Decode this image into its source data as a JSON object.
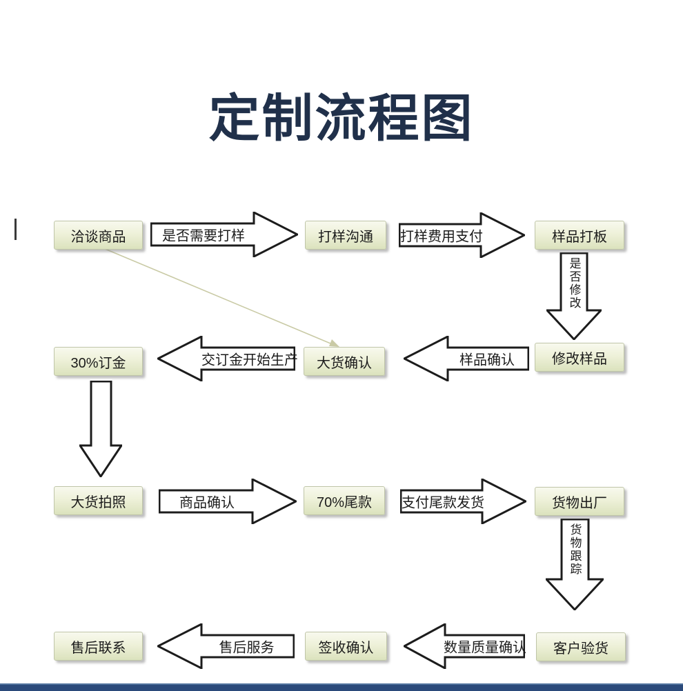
{
  "page": {
    "title": "定制流程图",
    "background": "#ffffff",
    "title_color": "#20304a",
    "footer_bar_color": "#2b4a7a",
    "footer_bar_highlight": "#53759f"
  },
  "colors": {
    "node_fill_top": "#f8f9ee",
    "node_fill_bottom": "#dbe2bd",
    "node_border": "#bfc5a8",
    "arrow_fill": "#ffffff",
    "arrow_outline": "#1c1c1c",
    "connector_line": "#c9caa5",
    "text": "#1b1b1b"
  },
  "nodes": {
    "negotiate": {
      "label": "洽谈商品"
    },
    "sample_comm": {
      "label": "打样沟通"
    },
    "sample_board": {
      "label": "样品打板"
    },
    "modify_sample": {
      "label": "修改样品"
    },
    "bulk_confirm": {
      "label": "大货确认"
    },
    "deposit": {
      "label": "30%订金"
    },
    "bulk_photo": {
      "label": "大货拍照"
    },
    "balance": {
      "label": "70%尾款"
    },
    "goods_out": {
      "label": "货物出厂"
    },
    "customer_inspect": {
      "label": "客户验货"
    },
    "sign_confirm": {
      "label": "签收确认"
    },
    "after_contact": {
      "label": "售后联系"
    }
  },
  "arrows": {
    "need_sampling": {
      "label": "是否需要打样",
      "direction": "right"
    },
    "sampling_fee": {
      "label": "打样费用支付",
      "direction": "right"
    },
    "modify_or_not": {
      "label": "是否修改",
      "direction": "down"
    },
    "sample_confirm": {
      "label": "样品确认",
      "direction": "left"
    },
    "deposit_production": {
      "label": "交订金开始生产",
      "direction": "left"
    },
    "deposit_to_photo": {
      "label": "",
      "direction": "down"
    },
    "goods_confirm": {
      "label": "商品确认",
      "direction": "right"
    },
    "pay_balance_ship": {
      "label": "支付尾款发货",
      "direction": "right"
    },
    "goods_tracking": {
      "label": "货物跟踪",
      "direction": "down"
    },
    "qty_quality_confirm": {
      "label": "数量质量确认",
      "direction": "left"
    },
    "after_service": {
      "label": "售后服务",
      "direction": "left"
    },
    "negotiate_to_bulk": {
      "label": "",
      "direction": "diagonal"
    }
  }
}
